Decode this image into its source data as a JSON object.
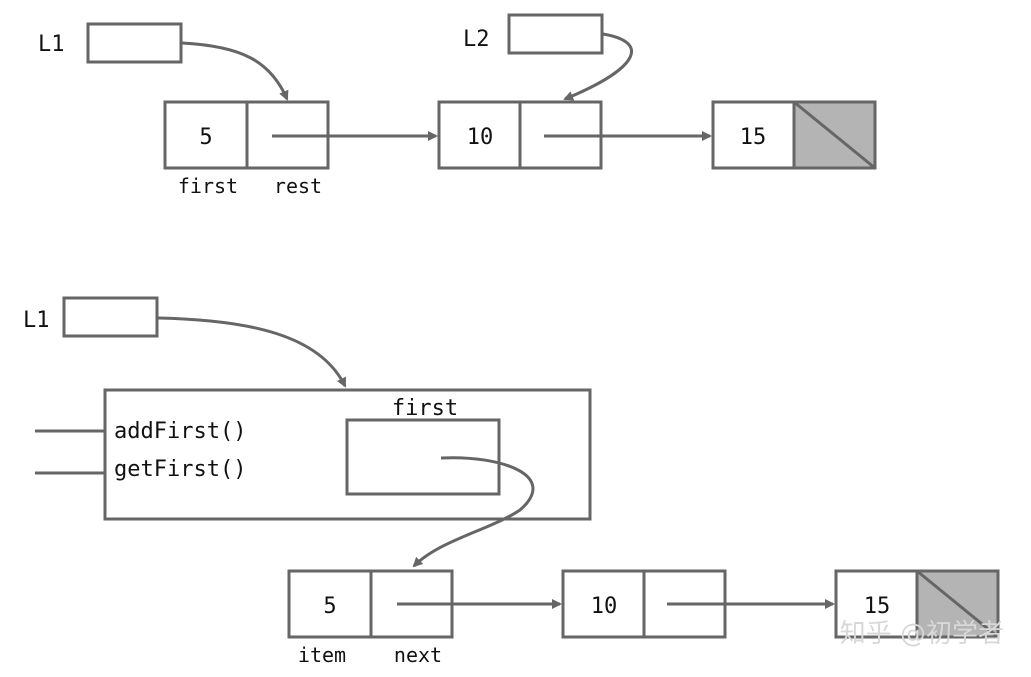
{
  "top": {
    "pointer_l1": "L1",
    "pointer_l2": "L2",
    "nodes": [
      "5",
      "10",
      "15"
    ],
    "field_first": "first",
    "field_rest": "rest"
  },
  "bottom": {
    "pointer_l1": "L1",
    "class_field": "first",
    "methods": [
      "addFirst()",
      "getFirst()"
    ],
    "nodes": [
      "5",
      "10",
      "15"
    ],
    "field_item": "item",
    "field_next": "next"
  },
  "watermark": "知乎 @初学者",
  "colors": {
    "stroke": "#666666",
    "nil_fill": "#b4b4b4",
    "text": "#111111"
  }
}
